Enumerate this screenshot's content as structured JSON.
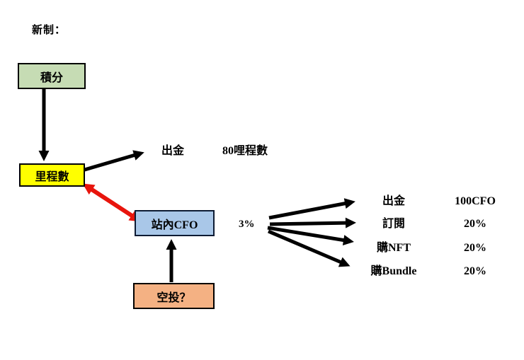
{
  "title": "新制：",
  "colors": {
    "background": "#ffffff",
    "box_points_fill": "#c6dcb4",
    "box_mileage_fill": "#ffff00",
    "box_cfo_fill": "#a9c7e8",
    "box_airdrop_fill": "#f4b183",
    "arrow_black": "#000000",
    "arrow_red": "#e8150d"
  },
  "boxes": {
    "points": {
      "label": "積分"
    },
    "mileage": {
      "label": "里程數"
    },
    "site_cfo": {
      "label": "站內CFO"
    },
    "airdrop": {
      "label": "空投？"
    }
  },
  "mileage_withdraw": {
    "label": "出金",
    "value": "80哩程數"
  },
  "fee_rate_label": "3%",
  "cfo_uses": [
    {
      "label": "出金",
      "value": "100CFO"
    },
    {
      "label": "訂閱",
      "value": "20%"
    },
    {
      "label": "購NFT",
      "value": "20%"
    },
    {
      "label": "購Bundle",
      "value": "20%"
    }
  ]
}
